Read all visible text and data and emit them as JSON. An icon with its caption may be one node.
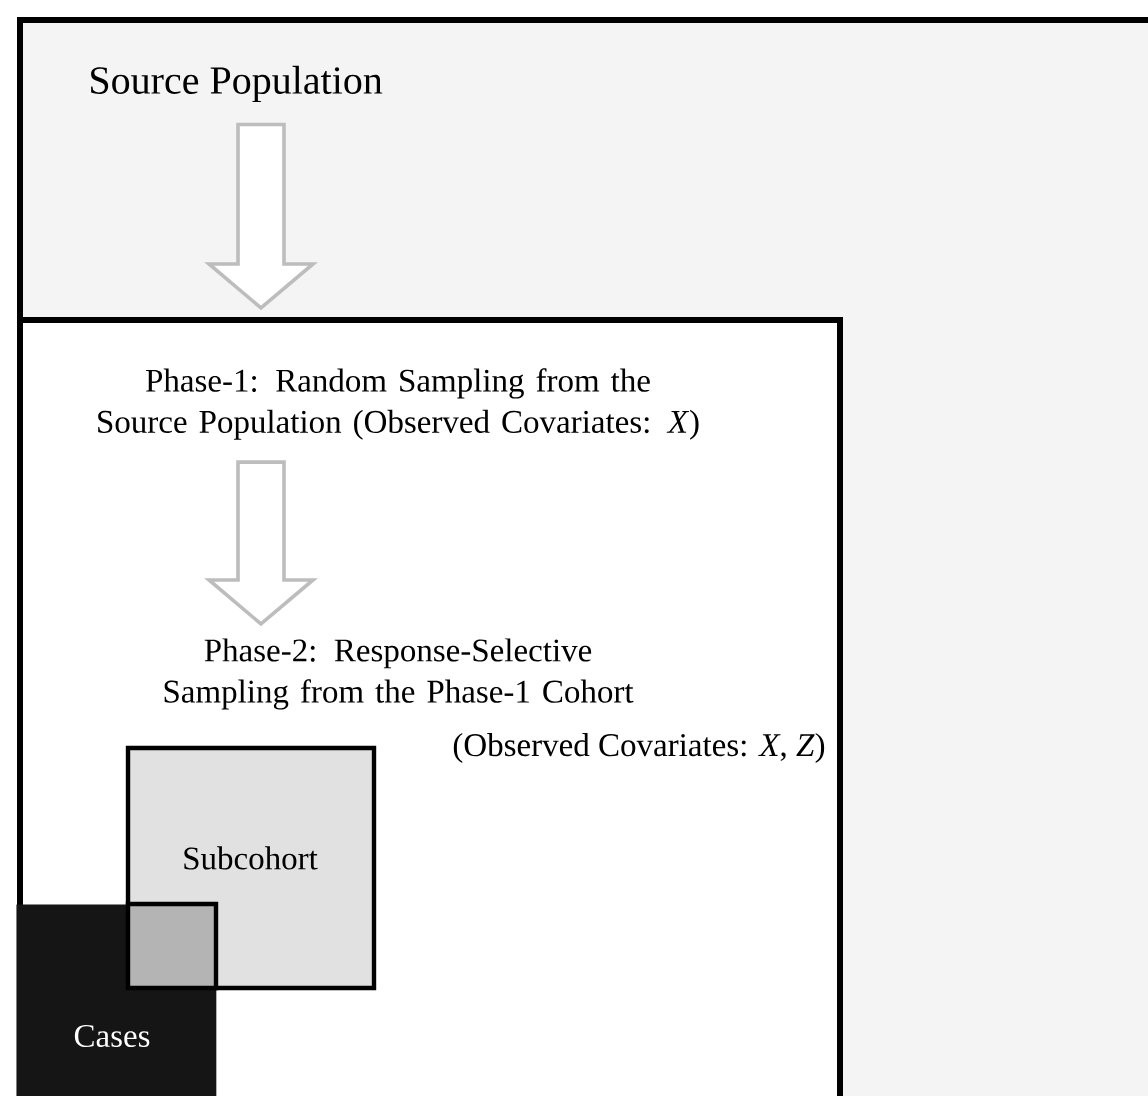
{
  "diagram": {
    "nodes": [
      {
        "text": [
          "Source Population"
        ]
      },
      {
        "text": [
          "Phase-1: Random Sampling from the Source Population (Observed Covariates: *X*)"
        ],
        "in": 0
      },
      {
        "text": [
          "Phase-2: Response-Selective Sampling from the Phase-1 Cohort",
          "(Observed Covariates: *X*, *Z*)"
        ],
        "in": 1
      },
      {
        "text": [
          "Subcohort"
        ],
        "in": 1
      },
      {
        "text": [
          "Cases"
        ],
        "in": 1
      }
    ],
    "edges": [
      {
        "from": 0,
        "to": 1,
        "arrow": "to"
      },
      {
        "from": 1,
        "to": 2,
        "arrow": "to"
      }
    ]
  }
}
